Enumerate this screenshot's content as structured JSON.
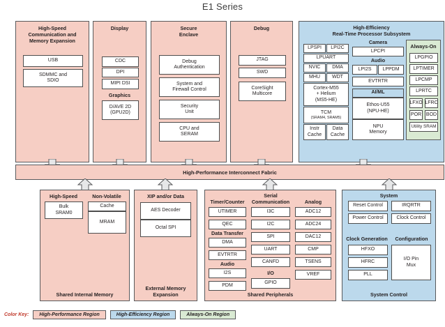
{
  "title": "E1 Series",
  "colors": {
    "high_performance": "#f6cec4",
    "high_efficiency": "#bcd9ec",
    "always_on": "#d9ead3",
    "outline": "#58595b"
  },
  "top_panels": [
    {
      "id": "high-speed-comm",
      "title": "High-Speed\nCommunication and\nMemory Expansion",
      "blocks": [
        "USB",
        "SDMMC and\nSDIO"
      ]
    },
    {
      "id": "display",
      "title": "Display",
      "blocks": [
        "CDC",
        "DPI",
        "MIPI DSI"
      ],
      "group_label": "Graphics",
      "group_blocks": [
        "D/AVE 2D\n(GPU2D)"
      ]
    },
    {
      "id": "secure-enclave",
      "title": "Secure\nEnclave",
      "blocks": [
        "Debug\nAuthentication",
        "System and\nFirewall Control",
        "Security\nUnit",
        "CPU and\nSERAM"
      ]
    },
    {
      "id": "debug",
      "title": "Debug",
      "blocks": [
        "JTAG",
        "SWD",
        "CoreSight\nMulticore"
      ]
    }
  ],
  "high_efficiency": {
    "title": "High-Efficiency\nReal-Time Processor Subsystem",
    "cpu_column": [
      {
        "type": "pair",
        "items": [
          "LPSPI",
          "LPI2C"
        ]
      },
      {
        "type": "single",
        "items": [
          "LPUART"
        ]
      },
      {
        "type": "pair",
        "items": [
          "NVIC",
          "DMA"
        ]
      },
      {
        "type": "pair",
        "items": [
          "MHU",
          "WDT"
        ]
      },
      {
        "type": "single",
        "items": [
          "Cortex-M55\n+ Helium\n(MS5-HE)"
        ]
      },
      {
        "type": "single",
        "items": [
          "TCM"
        ],
        "sub": "(SRAM4, SRAM5)"
      },
      {
        "type": "pair",
        "items": [
          "Instr\nCache",
          "Data\nCache"
        ]
      }
    ],
    "middle_column": {
      "camera_label": "Camera",
      "camera_blocks": [
        "LPCPI"
      ],
      "audio_label": "Audio",
      "audio_blocks": [
        "LPI2S",
        "LPPDM"
      ],
      "evtrtr": "EVTRTR",
      "aiml_label": "AI/ML",
      "aiml_blocks": [
        "Ethos-U55\n(NPU-HE)",
        "NPU\nMemory"
      ]
    },
    "always_on": {
      "title": "Always-On",
      "blocks": [
        "LPGPIO",
        "LPTIMER",
        "LPCMP",
        "LPRTC"
      ],
      "pairs": [
        [
          "LFXO",
          "LFRC"
        ],
        [
          "POR",
          "BOD"
        ]
      ],
      "last": "Utility SRAM"
    }
  },
  "fabric": {
    "label": "High-Performance Interconnect Fabric"
  },
  "bottom_panels": [
    {
      "id": "shared-internal-memory",
      "footer": "Shared Internal Memory",
      "groups": [
        {
          "label": "High-Speed",
          "blocks": [
            "Bulk\nSRAM0"
          ]
        },
        {
          "label": "Non-Volatile",
          "blocks": [
            "Cache",
            "MRAM"
          ]
        }
      ]
    },
    {
      "id": "external-memory-expansion",
      "footer": "External Memory\nExpansion",
      "groups": [
        {
          "label": "XIP and/or Data",
          "blocks": [
            "AES Decoder",
            "Octal SPI"
          ]
        }
      ]
    }
  ],
  "shared_peripherals": {
    "footer": "Shared Peripherals",
    "columns": [
      {
        "sections": [
          {
            "label": "Timer/Counter",
            "blocks": [
              "UTIMER",
              "QEC"
            ]
          },
          {
            "label": "Data Transfer",
            "blocks": [
              "DMA",
              "EVTRTR"
            ]
          },
          {
            "label": "Audio",
            "blocks": [
              "I2S",
              "PDM"
            ]
          }
        ]
      },
      {
        "sections": [
          {
            "label": "Serial\nCommunication",
            "blocks": [
              "I3C",
              "I2C",
              "SPI",
              "UART",
              "CANFD"
            ]
          },
          {
            "label": "I/O",
            "blocks": [
              "GPIO"
            ]
          }
        ]
      },
      {
        "sections": [
          {
            "label": "Analog",
            "blocks": [
              "ADC12",
              "ADC24",
              "DAC12",
              "CMP",
              "TSENS",
              "VREF"
            ]
          }
        ]
      }
    ]
  },
  "system_control": {
    "footer": "System Control",
    "system_label": "System",
    "system_pairs": [
      [
        "Reset Control",
        "IRQRTR"
      ],
      [
        "Power Control",
        "Clock Control"
      ]
    ],
    "clock_gen_label": "Clock Generation",
    "clock_gen_blocks": [
      "HFXO",
      "HFRC",
      "PLL"
    ],
    "config_label": "Configuration",
    "config_blocks": [
      "I/O Pin\nMux"
    ]
  },
  "color_key": {
    "label": "Color Key:",
    "items": [
      {
        "text": "High-Performance Region",
        "color": "#f6cec4"
      },
      {
        "text": "High-Efficiency Region",
        "color": "#bcd9ec"
      },
      {
        "text": "Always-On Region",
        "color": "#d9ead3"
      }
    ]
  }
}
